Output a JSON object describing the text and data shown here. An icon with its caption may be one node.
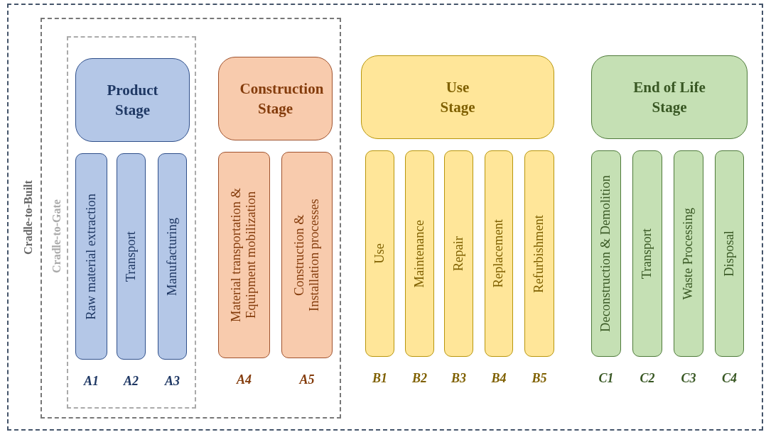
{
  "diagram": {
    "nodes": [
      {
        "text": [],
        "shape": "box"
      },
      {
        "text": [
          "Cradle-to-Built"
        ],
        "in": 0
      },
      {
        "text": [
          "Cradle-to-Gate"
        ],
        "in": 1
      },
      {
        "text": [
          "Product Stage"
        ],
        "in": 2
      },
      {
        "text": [
          "Raw material extraction"
        ],
        "in": 2,
        "beside": [
          "A1"
        ]
      },
      {
        "text": [
          "Transport"
        ],
        "in": 2,
        "beside": [
          "A2"
        ]
      },
      {
        "text": [
          "Manufacturing"
        ],
        "in": 2,
        "beside": [
          "A3"
        ]
      },
      {
        "text": [
          "Construction Stage"
        ],
        "in": 1
      },
      {
        "text": [
          "Material transportation & Equipment mobilization"
        ],
        "in": 1,
        "beside": [
          "A4"
        ]
      },
      {
        "text": [
          "Construction & Installation processes"
        ],
        "in": 1,
        "beside": [
          "A5"
        ]
      },
      {
        "text": [
          "Use Stage"
        ],
        "in": 0
      },
      {
        "text": [
          "Use"
        ],
        "in": 0,
        "beside": [
          "B1"
        ]
      },
      {
        "text": [
          "Maintenance"
        ],
        "in": 0,
        "beside": [
          "B2"
        ]
      },
      {
        "text": [
          "Repair"
        ],
        "in": 0,
        "beside": [
          "B3"
        ]
      },
      {
        "text": [
          "Replacement"
        ],
        "in": 0,
        "beside": [
          "B4"
        ]
      },
      {
        "text": [
          "Refurbishment"
        ],
        "in": 0,
        "beside": [
          "B5"
        ]
      },
      {
        "text": [
          "End of Life Stage"
        ],
        "in": 0
      },
      {
        "text": [
          "Deconstruction & Demolition"
        ],
        "in": 0,
        "beside": [
          "C1"
        ]
      },
      {
        "text": [
          "Transport"
        ],
        "in": 0,
        "beside": [
          "C2"
        ]
      },
      {
        "text": [
          "Waste Processing"
        ],
        "in": 0,
        "beside": [
          "C3"
        ]
      },
      {
        "text": [
          "Disposal"
        ],
        "in": 0,
        "beside": [
          "C4"
        ]
      }
    ]
  }
}
